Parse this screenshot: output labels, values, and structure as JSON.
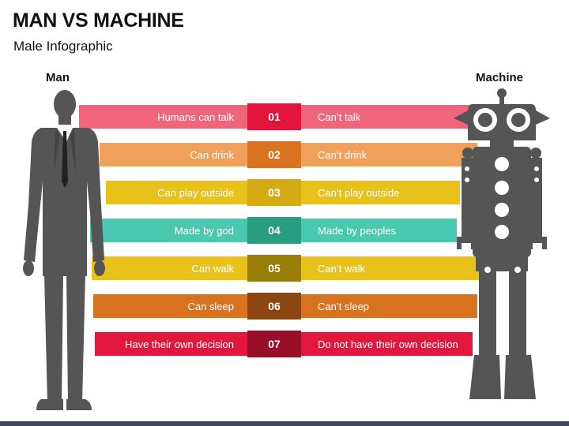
{
  "header": {
    "title": "MAN VS MACHINE",
    "subtitle": "Male Infographic"
  },
  "columns": {
    "left": "Man",
    "right": "Machine"
  },
  "rows": [
    {
      "num": "01",
      "left": "Humans can talk",
      "right": "Can’t talk",
      "color": "#f0657c",
      "dark": "#e2133c"
    },
    {
      "num": "02",
      "left": "Can drink",
      "right": "Can’t drink",
      "color": "#f0a05a",
      "dark": "#d9731e"
    },
    {
      "num": "03",
      "left": "Can play outside",
      "right": "Can’t play outside",
      "color": "#e8c21a",
      "dark": "#d4ab12"
    },
    {
      "num": "04",
      "left": "Made by god",
      "right": "Made by peoples",
      "color": "#48c9b0",
      "dark": "#2a9d80"
    },
    {
      "num": "05",
      "left": "Can walk",
      "right": "Can’t walk",
      "color": "#e8c21a",
      "dark": "#9a7d06"
    },
    {
      "num": "06",
      "left": "Can sleep",
      "right": "Can’t sleep",
      "color": "#d9721e",
      "dark": "#8c4710"
    },
    {
      "num": "07",
      "left": "Have their own decision",
      "right": "Do not have their own decision",
      "color": "#e2163f",
      "dark": "#9a0f28"
    }
  ],
  "figures": {
    "man_color": "#555555",
    "robot_color": "#555555"
  }
}
